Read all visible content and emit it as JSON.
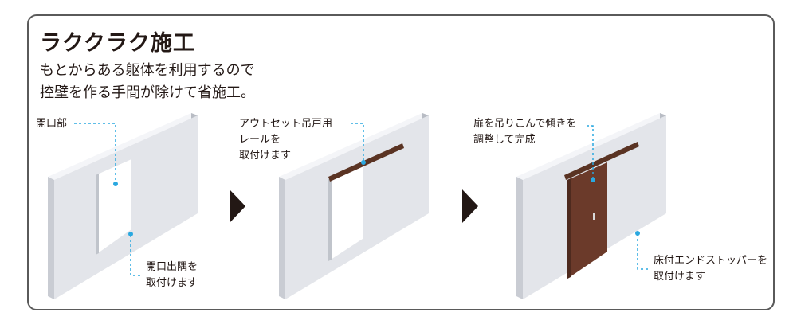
{
  "header": {
    "title": "ラククラク施工",
    "description_lines": [
      "もとからある躯体を利用するので",
      "控壁を作る手間が除けて省施工。"
    ]
  },
  "steps": [
    {
      "callouts": [
        {
          "lines": [
            "開口部"
          ]
        },
        {
          "lines": [
            "開口出隅を",
            "取付けます"
          ]
        }
      ]
    },
    {
      "callouts": [
        {
          "lines": [
            "アウトセット吊戸用",
            "レールを",
            "取付けます"
          ]
        }
      ]
    },
    {
      "callouts": [
        {
          "lines": [
            "扉を吊りこんで傾きを",
            "調整して完成"
          ]
        },
        {
          "lines": [
            "床付エンドストッパーを",
            "取付けます"
          ]
        }
      ]
    }
  ],
  "colors": {
    "frame_border": "#5a5a5a",
    "wall_face": "#e3e5ea",
    "wall_edge": "#b8bcc4",
    "door_wood": "#6b3a2a",
    "rail": "#5a3323",
    "leader_line": "#2aa8e0",
    "arrow": "#231815"
  }
}
